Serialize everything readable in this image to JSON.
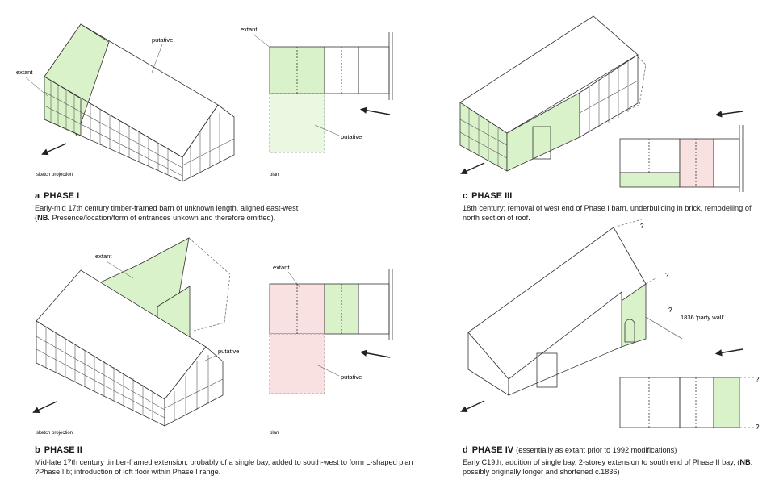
{
  "labels": {
    "extant": "extant",
    "putative": "putative",
    "sketch_projection": "sketch projection",
    "plan": "plan",
    "question": "?",
    "party_wall": "1836 ‘party wall’"
  },
  "colors": {
    "extant_green": "#d9f2c9",
    "phase2_pink": "#f9e1e1",
    "line": "#333333",
    "dashed": "#777777"
  },
  "phases": {
    "a": {
      "letter": "a",
      "title": "PHASE I",
      "line1": "Early-mid 17th century timber-framed barn of unknown length, aligned east-west",
      "nb": "NB",
      "line2_rest": ". Presence/location/form of entrances unkown and therefore omitted)."
    },
    "b": {
      "letter": "b",
      "title": "PHASE II",
      "line1": "Mid-late 17th century timber-framed extension, probably of a single bay, added to south-west to form L-shaped plan",
      "line2": "?Phase IIb; introduction of loft floor within Phase I range."
    },
    "c": {
      "letter": "c",
      "title": "PHASE III",
      "line1": "18th century; removal of west end of Phase I barn, underbuilding in brick, remodelling of",
      "line2": "north section of roof."
    },
    "d": {
      "letter": "d",
      "title": "PHASE IV",
      "title_note": "(essentially as extant prior to 1992 modifications)",
      "line1_pre": "Early C19th; addition of single bay, 2-storey extension to south end of Phase II bay, (",
      "nb": "NB",
      "line1_post": ".",
      "line2": "possibly originally longer and shortened c.1836)"
    }
  }
}
